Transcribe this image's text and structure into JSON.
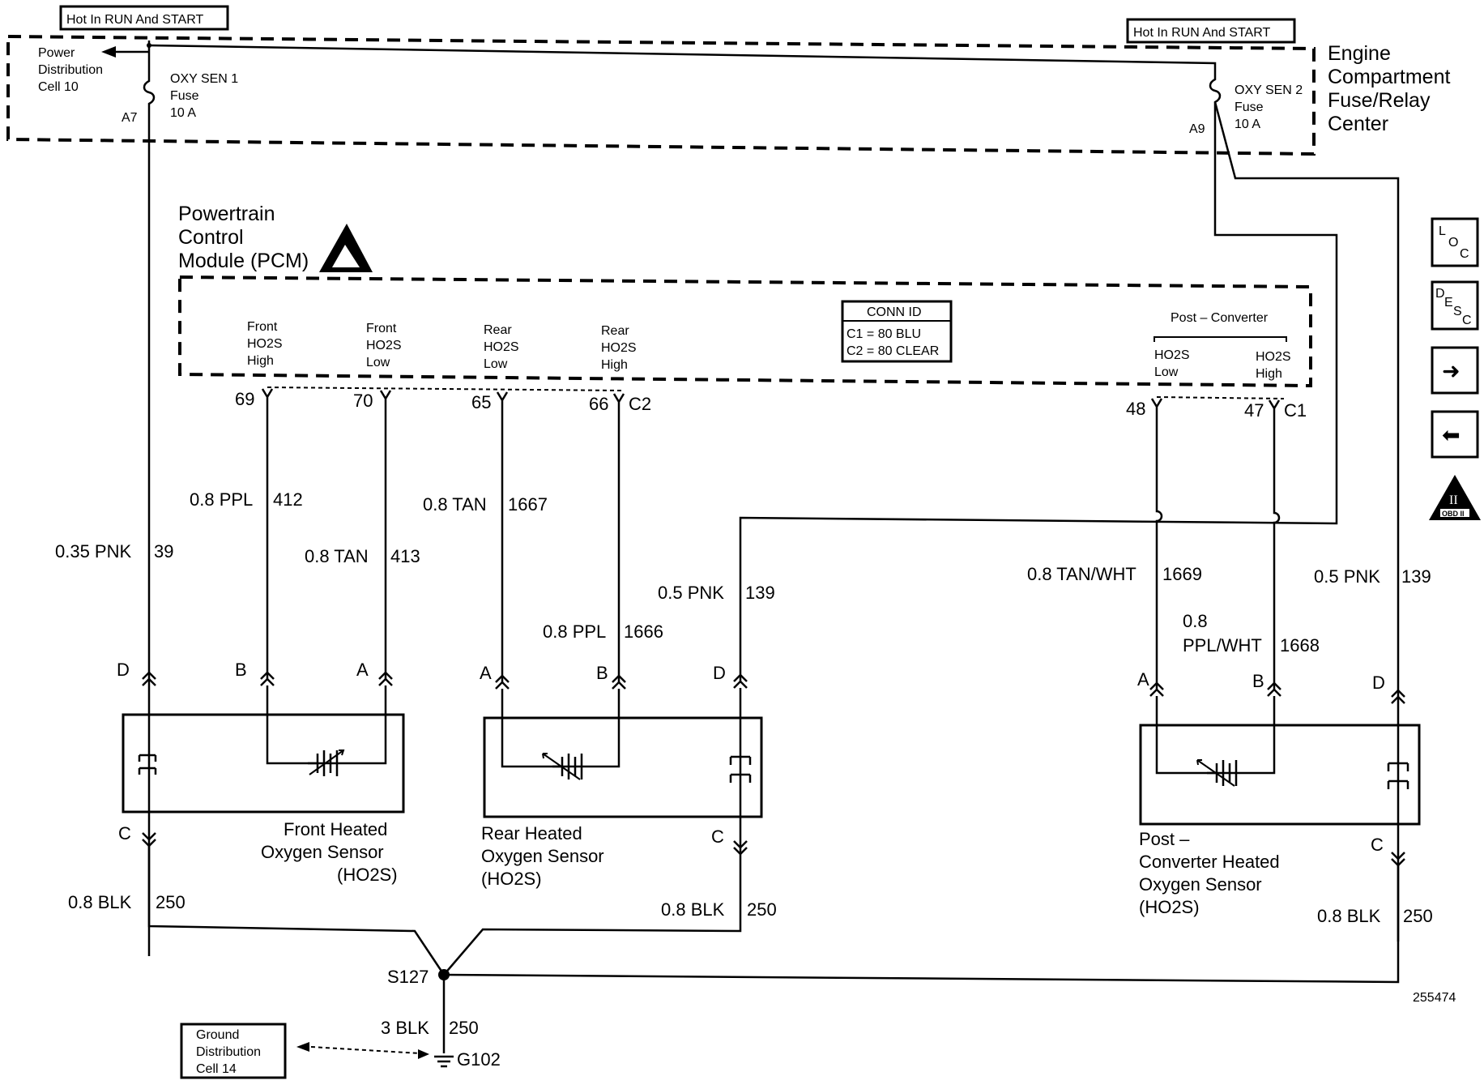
{
  "fuse_block": {
    "hot_label_1": "Hot In RUN And START",
    "hot_label_2": "Hot In RUN And START",
    "power_dist": [
      "Power",
      "Distribution",
      "Cell 10"
    ],
    "fuse1": [
      "OXY SEN 1",
      "Fuse",
      "10 A"
    ],
    "fuse2": [
      "OXY SEN 2",
      "Fuse",
      "10 A"
    ],
    "pin_a7": "A7",
    "pin_a9": "A9",
    "title": [
      "Engine",
      "Compartment",
      "Fuse/Relay",
      "Center"
    ]
  },
  "pcm": {
    "title": [
      "Powertrain",
      "Control",
      "Module (PCM)"
    ],
    "signals": [
      [
        "Front",
        "HO2S",
        "High"
      ],
      [
        "Front",
        "HO2S",
        "Low"
      ],
      [
        "Rear",
        "HO2S",
        "Low"
      ],
      [
        "Rear",
        "HO2S",
        "High"
      ]
    ],
    "post_converter": "Post – Converter",
    "post_signals": [
      [
        "HO2S",
        "Low"
      ],
      [
        "HO2S",
        "High"
      ]
    ],
    "conn_id": {
      "header": "CONN ID",
      "c1": "C1 = 80 BLU",
      "c2": "C2 = 80 CLEAR"
    },
    "pins": [
      "69",
      "70",
      "65",
      "66",
      "48",
      "47"
    ],
    "conn_c2": "C2",
    "conn_c1": "C1"
  },
  "wires": [
    {
      "gauge_color": "0.35 PNK",
      "circuit": "39"
    },
    {
      "gauge_color": "0.8 PPL",
      "circuit": "412"
    },
    {
      "gauge_color": "0.8 TAN",
      "circuit": "413"
    },
    {
      "gauge_color": "0.8 TAN",
      "circuit": "1667"
    },
    {
      "gauge_color": "0.8 PPL",
      "circuit": "1666"
    },
    {
      "gauge_color": "0.5 PNK",
      "circuit": "139"
    },
    {
      "gauge_color": "0.8 TAN/WHT",
      "circuit": "1669"
    },
    {
      "gauge_color": "0.8",
      "gauge_color_2": "PPL/WHT",
      "circuit": "1668"
    },
    {
      "gauge_color": "0.5 PNK",
      "circuit": "139"
    }
  ],
  "sensors": [
    {
      "name": [
        "Front Heated",
        "Oxygen Sensor",
        "(HO2S)"
      ],
      "pins": [
        "D",
        "B",
        "A",
        "C"
      ]
    },
    {
      "name": [
        "Rear Heated",
        "Oxygen Sensor",
        "(HO2S)"
      ],
      "pins": [
        "A",
        "B",
        "D",
        "C"
      ]
    },
    {
      "name": [
        "Post –",
        "Converter Heated",
        "Oxygen Sensor",
        "(HO2S)"
      ],
      "pins": [
        "A",
        "B",
        "D",
        "C"
      ]
    }
  ],
  "grounds": [
    {
      "gauge_color": "0.8 BLK",
      "circuit": "250"
    },
    {
      "gauge_color": "0.8 BLK",
      "circuit": "250"
    },
    {
      "gauge_color": "0.8 BLK",
      "circuit": "250"
    },
    {
      "gauge_color": "3 BLK",
      "circuit": "250"
    }
  ],
  "splice": "S127",
  "ground_point": "G102",
  "ground_dist": [
    "Ground",
    "Distribution",
    "Cell 14"
  ],
  "figure_number": "255474",
  "nav": [
    {
      "icon": "loc-icon",
      "glyphs": [
        "L",
        "O",
        "C"
      ]
    },
    {
      "icon": "desc-icon",
      "glyphs": [
        "D",
        "E",
        "S",
        "C"
      ]
    },
    {
      "icon": "arrow-right-icon",
      "glyph": "➜"
    },
    {
      "icon": "arrow-left-icon",
      "glyph": "⬅"
    },
    {
      "icon": "obd-ii-icon",
      "label": "OBD II",
      "roman": "II"
    }
  ]
}
